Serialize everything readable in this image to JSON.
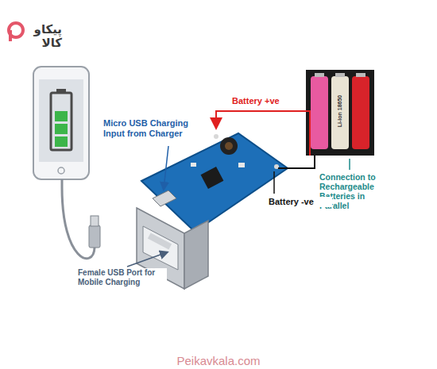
{
  "diagram": {
    "labels": [
      "پیکاو کالا",
      "Micro USB Charging Input from Charger",
      "Battery +ve",
      "Li-ion 18650",
      "Connection to Rechargeable Batteries in Parallel",
      "Battery -ve",
      "Female USB Port for Mobile Charging",
      "Peikavkala.com"
    ]
  }
}
